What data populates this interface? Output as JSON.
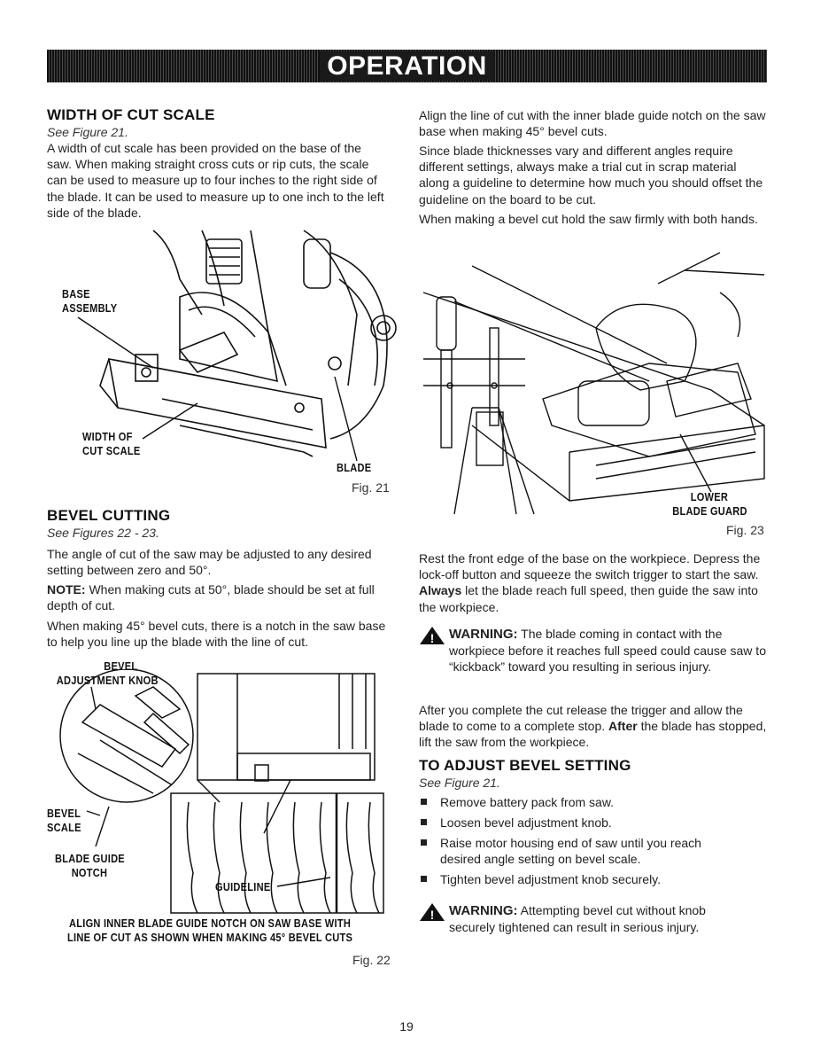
{
  "header": {
    "title": "OPERATION"
  },
  "width_of_cut": {
    "heading": "WIDTH OF CUT SCALE",
    "see": "See Figure 21.",
    "body": "A width of cut scale has been provided on the base of the saw. When making straight cross cuts or rip cuts, the scale can be used to measure up to four inches to the right side of the blade. It can be used to measure up to one inch to the left side of the blade."
  },
  "fig21": {
    "label_base_1": "BASE",
    "label_base_2": "ASSEMBLY",
    "label_scale_1": "WIDTH OF",
    "label_scale_2": "CUT SCALE",
    "label_blade": "BLADE",
    "caption": "Fig. 21"
  },
  "bevel_cutting": {
    "heading": "BEVEL CUTTING",
    "see": "See Figures 22 - 23.",
    "p1": "The angle of cut of the saw may be adjusted to any desired setting between zero and 50°.",
    "note_label": "NOTE:",
    "note_text": " When making cuts at 50°, blade should be set at full depth of cut.",
    "p2": "When making 45° bevel cuts, there is a notch in the saw base to help you line up the blade with the line of cut."
  },
  "fig22": {
    "label_knob_1": "BEVEL",
    "label_knob_2": "ADJUSTMENT KNOB",
    "label_scale_1": "BEVEL",
    "label_scale_2": "SCALE",
    "label_notch_1": "BLADE GUIDE",
    "label_notch_2": "NOTCH",
    "label_guideline": "GUIDELINE",
    "caption_line_1": "ALIGN INNER BLADE GUIDE NOTCH ON SAW BASE WITH",
    "caption_line_2": "LINE OF CUT AS SHOWN WHEN MAKING 45° BEVEL CUTS",
    "caption": "Fig. 22"
  },
  "right_col": {
    "p1": "Align the line of cut with the inner blade guide notch on the saw base when making 45° bevel cuts.",
    "p2": "Since blade thicknesses vary and different angles require different settings, always make a trial cut in scrap material along a guideline to determine how much you should offset the guideline on the board to be cut.",
    "p3": "When making a bevel cut hold the saw firmly with both hands."
  },
  "fig23": {
    "label_guard_1": "LOWER",
    "label_guard_2": "BLADE GUARD",
    "caption": "Fig. 23"
  },
  "rest": {
    "p1_a": "Rest the front edge of the base on the workpiece. Depress the lock-off button and squeeze the switch trigger to start the saw. ",
    "p1_bold": "Always",
    "p1_b": " let the blade reach full speed, then guide the saw into the workpiece."
  },
  "warning1": {
    "label": "WARNING:",
    "text": " The blade coming in contact with the workpiece before it reaches full speed could cause saw to “kickback” toward you resulting in serious injury."
  },
  "after": {
    "a": "After you complete the cut release the trigger and allow the blade to come to a complete stop. ",
    "bold": "After",
    "b": " the blade has stopped, lift the saw from the workpiece."
  },
  "adjust": {
    "heading": "TO ADJUST BEVEL SETTING",
    "see": "See Figure 21.",
    "bullets": [
      "Remove battery pack from saw.",
      "Loosen bevel adjustment knob.",
      "Raise motor housing end of saw until you reach desired angle setting on bevel scale.",
      "Tighten bevel adjustment knob securely."
    ]
  },
  "warning2": {
    "label": "WARNING:",
    "text": " Attempting bevel cut without knob securely tightened can result in serious injury."
  },
  "page_number": "19"
}
